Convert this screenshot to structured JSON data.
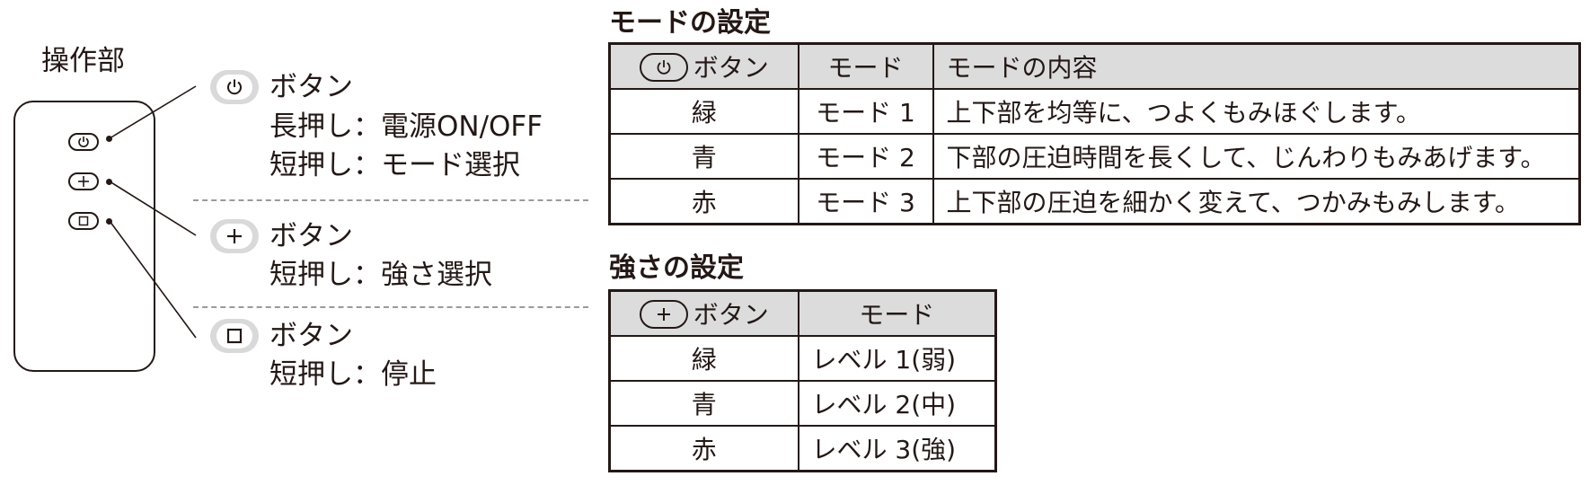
{
  "controller": {
    "title": "操作部",
    "power": {
      "label": "ボタン",
      "lines": [
        "長押し：電源ON/OFF",
        "短押し：モード選択"
      ]
    },
    "plus": {
      "label": "ボタン",
      "lines": [
        "短押し：強さ選択"
      ]
    },
    "stop": {
      "label": "ボタン",
      "lines": [
        "短押し：停止"
      ]
    }
  },
  "mode_table": {
    "title": "モードの設定",
    "headers": [
      "ボタン",
      "モード",
      "モードの内容"
    ],
    "rows": [
      {
        "color": "緑",
        "mode": "モード 1",
        "content": "上下部を均等に、つよくもみほぐします。"
      },
      {
        "color": "青",
        "mode": "モード 2",
        "content": "下部の圧迫時間を長くして、じんわりもみあげます。"
      },
      {
        "color": "赤",
        "mode": "モード 3",
        "content": "上下部の圧迫を細かく変えて、つかみもみします。"
      }
    ]
  },
  "strength_table": {
    "title": "強さの設定",
    "headers": [
      "ボタン",
      "モード"
    ],
    "rows": [
      {
        "color": "緑",
        "level": "レベル 1(弱)"
      },
      {
        "color": "青",
        "level": "レベル 2(中)"
      },
      {
        "color": "赤",
        "level": "レベル 3(強)"
      }
    ]
  },
  "icons": [
    "power-icon",
    "plus-icon",
    "stop-square-icon"
  ],
  "colors": {
    "ink": "#231815",
    "header_bg": "#dcdcdc",
    "badge_bg": "#d9d9d9",
    "divider": "#9a9a9a"
  }
}
